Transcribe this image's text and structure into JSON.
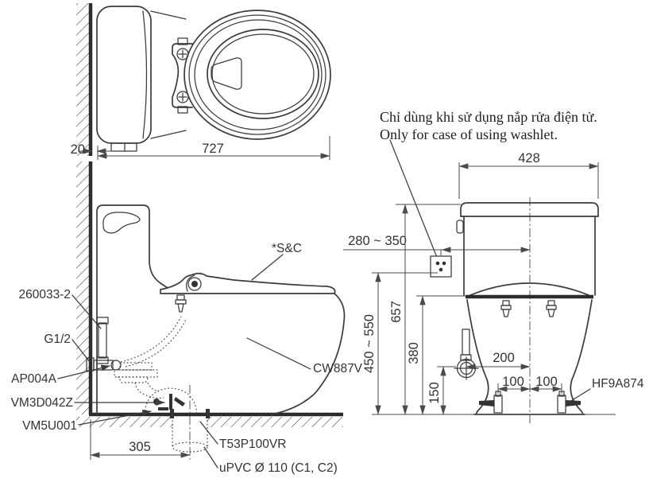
{
  "note": {
    "vi": "Chỉ dùng khi sử dụng nắp rửa điện tử.",
    "en": "Only for case of using washlet."
  },
  "parts": {
    "supply_hose": "260033-2",
    "thread": "G1/2",
    "stop_valve": "AP004A",
    "flange": "VM3D042Z",
    "trap_seal": "VM5U001",
    "seat_cover": "*S&C",
    "bowl_model": "CW887V",
    "drain_socket": "T53P100VR",
    "drain_pipe": "uPVC Ø 110 (C1, C2)",
    "fixing_bolt": "HF9A874"
  },
  "dims": {
    "top_depth": "727",
    "top_wall_gap": "20",
    "side_rough_in": "305",
    "front_width": "428",
    "outlet_offset": "280 ~ 350",
    "height_total": "657",
    "outlet_height": "450 ~ 550",
    "rim_height": "380",
    "supply_height": "150",
    "supply_offset": "200",
    "bolt_pitch_left": "100",
    "bolt_pitch_right": "100"
  },
  "colors": {
    "line": "#3b3b3b",
    "text": "#333333",
    "background": "#ffffff"
  }
}
